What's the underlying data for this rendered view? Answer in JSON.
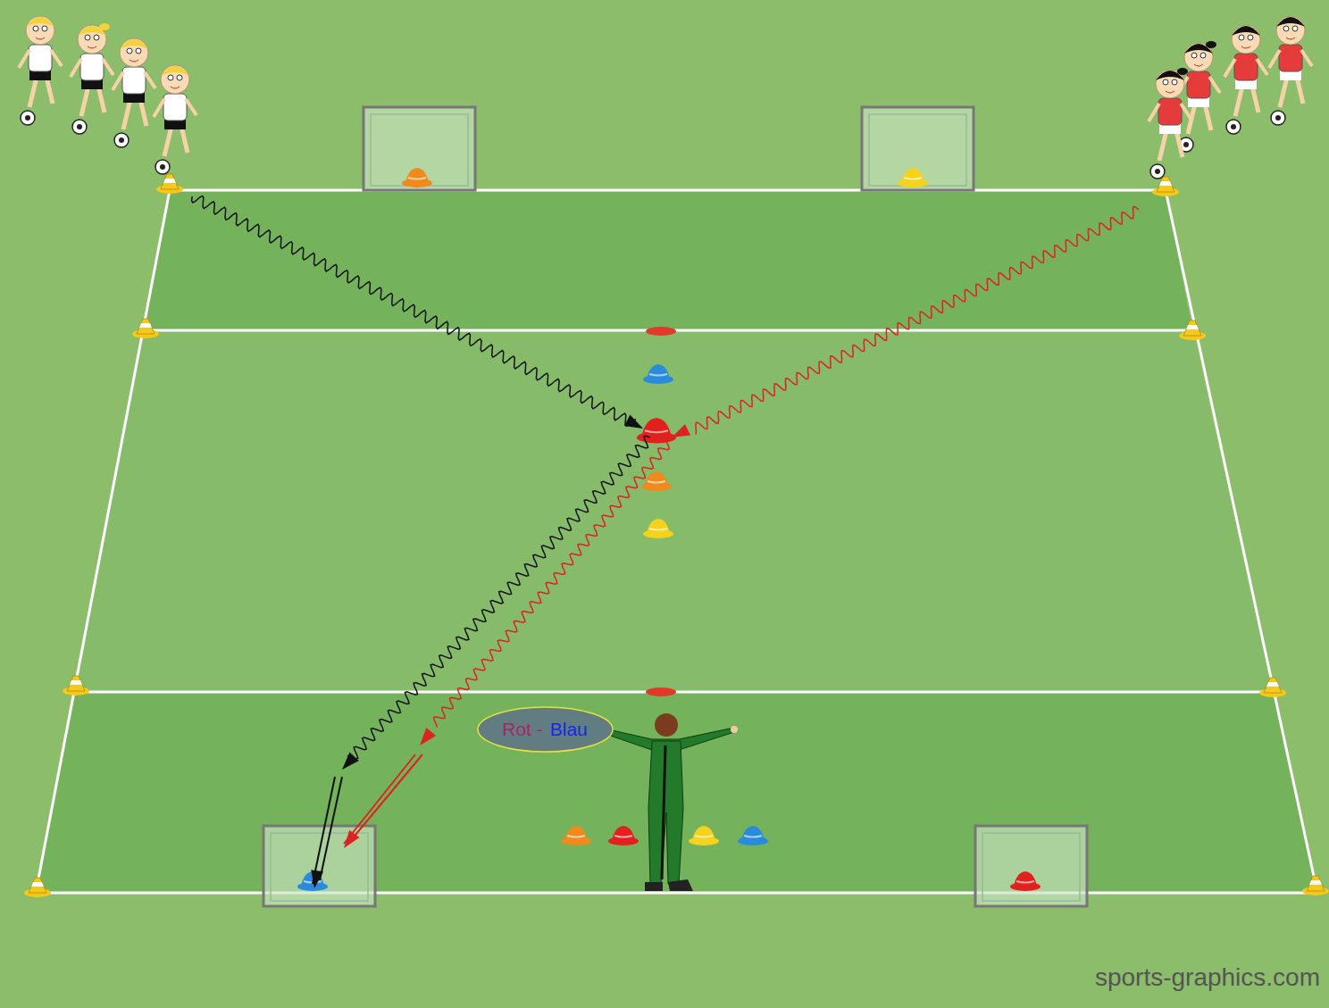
{
  "diagram": {
    "nodes": [
      {
        "text": [
          "Rot -",
          "Blau"
        ]
      }
    ],
    "labels": [
      "sports-graphics.com"
    ]
  }
}
